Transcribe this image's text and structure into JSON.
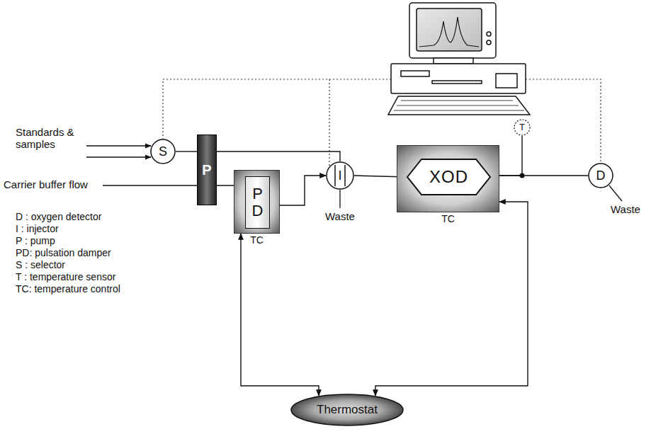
{
  "diagram": {
    "nodes": [
      {
        "text": [
          "S"
        ]
      },
      {
        "text": [
          "P"
        ]
      },
      {
        "text": [
          "TC"
        ]
      },
      {
        "text": [
          "P D"
        ],
        "in": 2
      },
      {
        "text": [
          "I"
        ]
      },
      {
        "text": [
          "TC"
        ]
      },
      {
        "text": [
          "XOD"
        ],
        "in": 5
      },
      {
        "text": [
          "T"
        ]
      },
      {
        "text": [
          "D"
        ]
      },
      {
        "text": [
          "Thermostat"
        ]
      }
    ],
    "edges": [
      {
        "from": 0,
        "to": 1,
        "arrow": "none"
      },
      {
        "from": 1,
        "to": 4,
        "arrow": "none"
      },
      {
        "from": 1,
        "to": 3,
        "arrow": "none"
      },
      {
        "from": 3,
        "to": 4,
        "arrow": "to"
      },
      {
        "from": 4,
        "to": 6,
        "arrow": "to"
      },
      {
        "from": 6,
        "to": 8,
        "arrow": "none"
      },
      {
        "from": 7,
        "to": 6,
        "arrow": "none"
      },
      {
        "from": 9,
        "to": 2,
        "arrow": "both"
      },
      {
        "from": 9,
        "to": 5,
        "arrow": "both"
      }
    ],
    "labels": [
      "Standards & samples",
      "Carrier buffer flow",
      "Waste",
      "Waste",
      "D : oxygen detector",
      "I : injector",
      "P : pump",
      "PD: pulsation damper",
      "S : selector",
      "T : temperature sensor",
      "TC: temperature control"
    ]
  }
}
